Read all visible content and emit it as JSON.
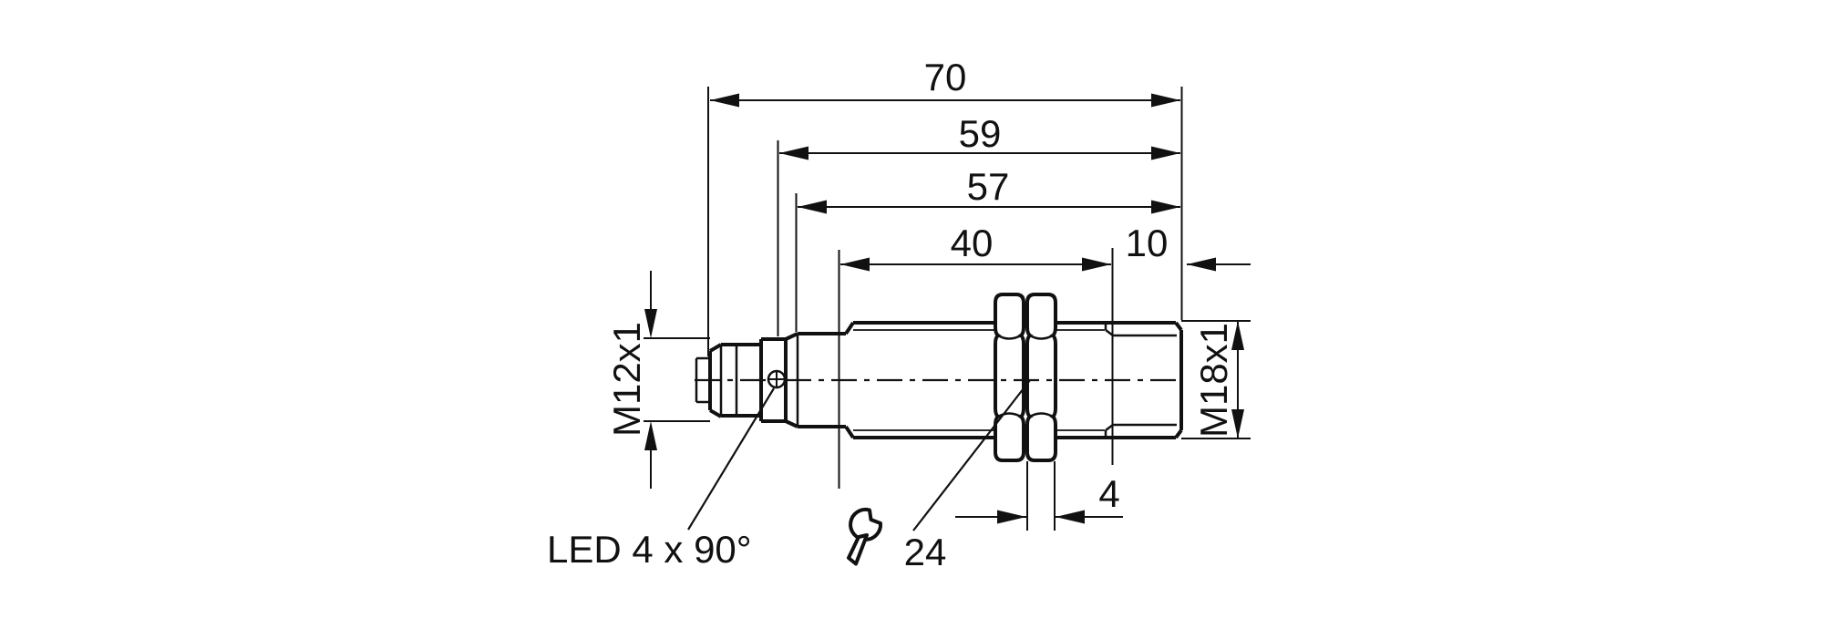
{
  "drawing": {
    "background": "#ffffff",
    "line_color": "#111111",
    "dimensions": {
      "dim_70": "70",
      "dim_59": "59",
      "dim_57": "57",
      "dim_40": "40",
      "dim_10": "10",
      "dim_4": "4"
    },
    "threads": {
      "connector": "M12x1",
      "housing": "M18x1"
    },
    "annotations": {
      "led_note": "LED 4 x 90°",
      "wrench_size": "24"
    },
    "icons": {
      "wrench_icon": "open-end-wrench"
    }
  }
}
